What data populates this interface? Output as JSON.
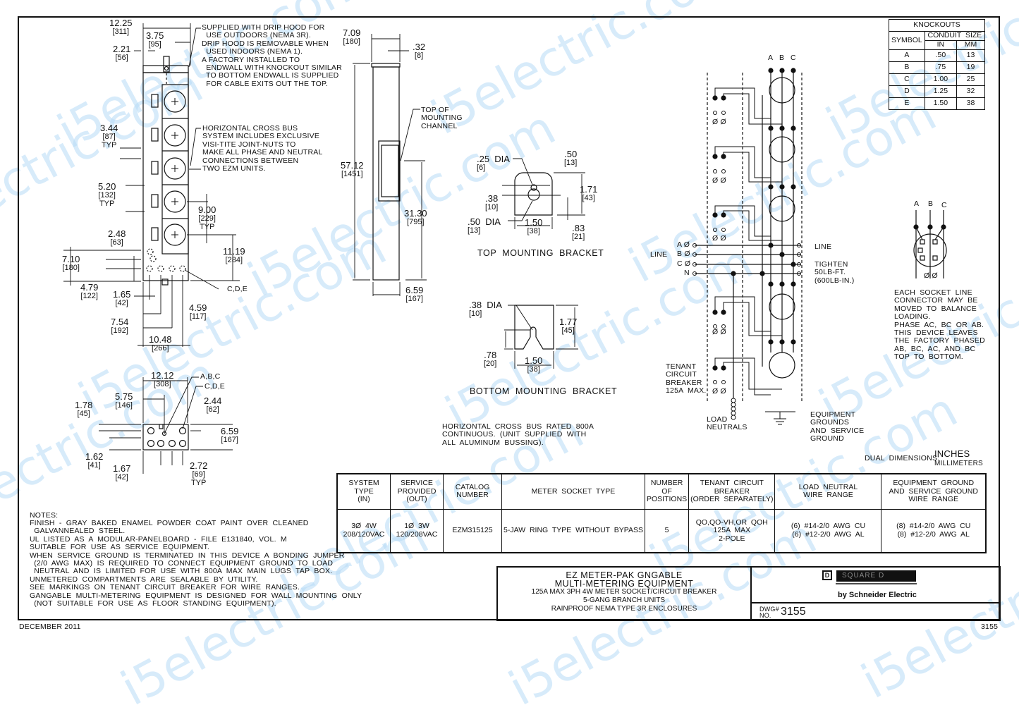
{
  "watermark": "i5electric.com",
  "date": "DECEMBER 2011",
  "sheet_number": "3155",
  "front_view": {
    "dims": [
      {
        "in": "12.25",
        "mm": "[311]"
      },
      {
        "in": "3.75",
        "mm": "[95]"
      },
      {
        "in": "2.21",
        "mm": "[56]"
      },
      {
        "in": "3.44",
        "mm": "[87]",
        "typ": "TYP"
      },
      {
        "in": "5.20",
        "mm": "[132]",
        "typ": "TYP"
      },
      {
        "in": "9.00",
        "mm": "[229]",
        "typ": "TYP"
      },
      {
        "in": "2.48",
        "mm": "[63]"
      },
      {
        "in": "11.19",
        "mm": "[284]"
      },
      {
        "in": "7.10",
        "mm": "[180]"
      },
      {
        "in": "4.79",
        "mm": "[122]"
      },
      {
        "in": "1.65",
        "mm": "[42]"
      },
      {
        "in": "4.59",
        "mm": "[117]"
      },
      {
        "in": "7.54",
        "mm": "[192]"
      },
      {
        "in": "10.48",
        "mm": "[266]"
      }
    ],
    "knockout_label": "C,D,E",
    "note_drip_hood": "SUPPLIED WITH DRIP HOOD FOR\n  USE OUTDOORS (NEMA 3R).\nDRIP HOOD IS REMOVABLE WHEN\n  USED INDOORS (NEMA 1).\nA FACTORY INSTALLED TO\n  ENDWALL WITH KNOCKOUT SIMILAR\n  TO BOTTOM ENDWALL IS SUPPLIED\n  FOR CABLE EXITS OUT THE TOP.",
    "note_cross_bus": "HORIZONTAL CROSS BUS\nSYSTEM INCLUDES EXCLUSIVE\nVISI-TITE JOINT-NUTS TO\nMAKE ALL PHASE AND NEUTRAL\nCONNECTIONS BETWEEN\nTWO EZM UNITS."
  },
  "bottom_view": {
    "dims": [
      {
        "in": "12.12",
        "mm": "[308]"
      },
      {
        "in": "5.75",
        "mm": "[146]"
      },
      {
        "in": "1.78",
        "mm": "[45]"
      },
      {
        "in": "2.44",
        "mm": "[62]"
      },
      {
        "in": "6.59",
        "mm": "[167]"
      },
      {
        "in": "1.62",
        "mm": "[41]"
      },
      {
        "in": "1.67",
        "mm": "[42]"
      },
      {
        "in": "2.72",
        "mm": "[69]",
        "typ": "TYP"
      }
    ],
    "labels": [
      "A,B,C",
      "C,D,E"
    ]
  },
  "side_view": {
    "dims": [
      {
        "in": "7.09",
        "mm": "[180]"
      },
      {
        "in": ".32",
        "mm": "[8]"
      },
      {
        "in": "57.12",
        "mm": "[1451]"
      },
      {
        "in": "31.30",
        "mm": "[795]"
      },
      {
        "in": "6.59",
        "mm": "[167]"
      }
    ],
    "channel_note": "TOP OF\nMOUNTING\nCHANNEL"
  },
  "top_bracket": {
    "title": "TOP  MOUNTING  BRACKET",
    "dims": [
      {
        "in": ".25  DIA",
        "mm": "[6]"
      },
      {
        "in": ".50",
        "mm": "[13]"
      },
      {
        "in": ".38",
        "mm": "[10]"
      },
      {
        "in": "1.71",
        "mm": "[43]"
      },
      {
        "in": ".50  DIA",
        "mm": "[13]"
      },
      {
        "in": "1.50",
        "mm": "[38]"
      },
      {
        "in": ".83",
        "mm": "[21]"
      }
    ]
  },
  "bottom_bracket": {
    "title": "BOTTOM  MOUNTING  BRACKET",
    "dims": [
      {
        "in": ".38  DIA",
        "mm": "[10]"
      },
      {
        "in": "1.77",
        "mm": "[45]"
      },
      {
        "in": ".78",
        "mm": "[20]"
      },
      {
        "in": "1.50",
        "mm": "[38]"
      }
    ]
  },
  "cross_bus_note": "HORIZONTAL  CROSS  BUS  RATED  800A\nCONTINUOUS.  (UNIT  SUPPLIED  WITH\nALL  ALUMINUM  BUSSING).",
  "schematic": {
    "phases": [
      "A",
      "B",
      "C"
    ],
    "line_label": "LINE",
    "line_inputs": [
      "A Ø",
      "B Ø",
      "C Ø",
      "N"
    ],
    "breaker_phase": "Ø Ø",
    "line_right": "LINE",
    "tighten": "TIGHTEN\n50LB-FT.\n(600LB-IN.)",
    "tenant_breaker": "TENANT\nCIRCUIT\nBREAKER\n125A  MAX.",
    "load_neutrals": "LOAD\nNEUTRALS",
    "equipment_grounds": "EQUIPMENT\nGROUNDS\nAND  SERVICE\nGROUND",
    "detail_phase": "Ø Ø",
    "socket_note": "EACH  SOCKET  LINE\nCONNECTOR  MAY  BE\nMOVED  TO  BALANCE\nLOADING.\nPHASE  AC,  BC  OR  AB.\nTHIS  DEVICE  LEAVES\nTHE  FACTORY  PHASED\nAB,  BC,  AC,  AND  BC\nTOP  TO  BOTTOM."
  },
  "knockouts": {
    "title": "KNOCKOUTS",
    "symbol_header": "SYMBOL",
    "conduit_header": "CONDUIT  SIZE",
    "in_header": "IN",
    "mm_header": "MM",
    "rows": [
      {
        "symbol": "A",
        "in": ".50",
        "mm": "13"
      },
      {
        "symbol": "B",
        "in": ".75",
        "mm": "19"
      },
      {
        "symbol": "C",
        "in": "1.00",
        "mm": "25"
      },
      {
        "symbol": "D",
        "in": "1.25",
        "mm": "32"
      },
      {
        "symbol": "E",
        "in": "1.50",
        "mm": "38"
      }
    ]
  },
  "dual_dimensions": {
    "label": "DUAL  DIMENSIONS:",
    "top": "INCHES",
    "bottom": "MILLIMETERS"
  },
  "spec_table": {
    "headers": [
      "SYSTEM\nTYPE\n(IN)",
      "SERVICE\nPROVIDED\n(OUT)",
      "CATALOG\nNUMBER",
      "METER  SOCKET  TYPE",
      "NUMBER\nOF\nPOSITIONS",
      "TENANT  CIRCUIT\nBREAKER\n(ORDER  SEPARATELY)",
      "LOAD  NEUTRAL\nWIRE  RANGE",
      "EQUIPMENT  GROUND\nAND  SERVICE  GROUND\nWIRE  RANGE"
    ],
    "row": [
      "3Ø  4W\n208/120VAC",
      "1Ø  3W\n120/208VAC",
      "EZM315125",
      "5-JAW  RING  TYPE  WITHOUT  BYPASS",
      "5",
      "QO,QO-VH,OR  QOH\n125A  MAX\n2-POLE",
      "(6)  #14-2/0  AWG  CU\n(6)  #12-2/0  AWG  AL",
      "(8)  #14-2/0  AWG  CU\n(8)  #12-2/0  AWG  AL"
    ]
  },
  "notes": {
    "title": "NOTES:",
    "body": "FINISH  -  GRAY  BAKED  ENAMEL  POWDER  COAT  PAINT  OVER  CLEANED\n  GALVANNEALED  STEEL.\nUL  LISTED  AS  A  MODULAR-PANELBOARD  -  FILE  E131840,  VOL.  M\nSUITABLE  FOR  USE  AS  SERVICE  EQUIPMENT.\nWHEN  SERVICE  GROUND  IS  TERMINATED  IN  THIS  DEVICE  A  BONDING  JUMPER\n  (2/0  AWG  MAX)  IS  REQUIRED  TO  CONNECT  EQUIPMENT  GROUND  TO  LOAD\n  NEUTRAL  AND  IS  LIMITED  FOR  USE  WITH  800A  MAX  MAIN  LUGS  TAP  BOX.\nUNMETERED  COMPARTMENTS  ARE  SEALABLE  BY  UTILITY.\nSEE  MARKINGS  ON  TENANT  CIRCUIT  BREAKER  FOR  WIRE  RANGES.\nGANGABLE  MULTI-METERING  EQUIPMENT  IS  DESIGNED  FOR  WALL  MOUNTING  ONLY\n  (NOT  SUITABLE  FOR  USE  AS  FLOOR  STANDING  EQUIPMENT)."
  },
  "title_block": {
    "line1": "EZ  METER-PAK  GNGABLE",
    "line2": "MULTI-METERING  EQUIPMENT",
    "line3": "125A  MAX  3PH  4W  METER  SOCKET/CIRCUIT  BREAKER",
    "line4": "5-GANG  BRANCH  UNITS",
    "line5": "RAINPROOF  NEMA  TYPE  3R  ENCLOSURES",
    "brand": "SQUARE  D",
    "brand_sub": "by Schneider Electric",
    "dwg_label": "DWG#\nNO.",
    "dwg_no": "3155"
  }
}
